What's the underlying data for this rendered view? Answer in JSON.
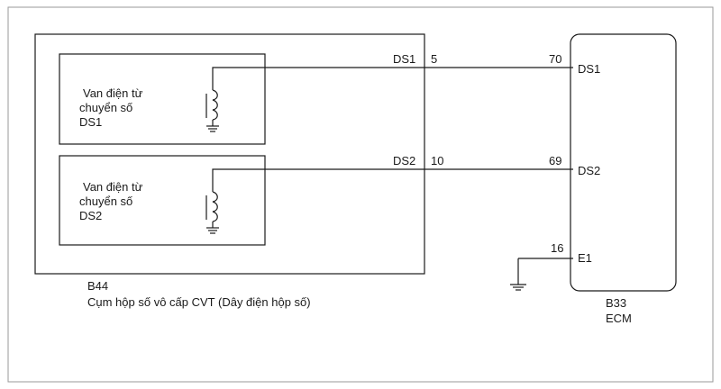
{
  "component_b44": {
    "code": "B44",
    "description": "Cụm hộp số vô cấp CVT (Dây điện hộp số)"
  },
  "valves": [
    {
      "line1": "Van điện từ",
      "line2": "chuyển số",
      "line3": "DS1",
      "pin_name": "DS1",
      "pin_number": "5"
    },
    {
      "line1": "Van điện từ",
      "line2": "chuyển số",
      "line3": "DS2",
      "pin_name": "DS2",
      "pin_number": "10"
    }
  ],
  "ecm": {
    "code": "B33",
    "name": "ECM",
    "pins": [
      {
        "number": "70",
        "name": "DS1"
      },
      {
        "number": "69",
        "name": "DS2"
      },
      {
        "number": "16",
        "name": "E1"
      }
    ]
  }
}
